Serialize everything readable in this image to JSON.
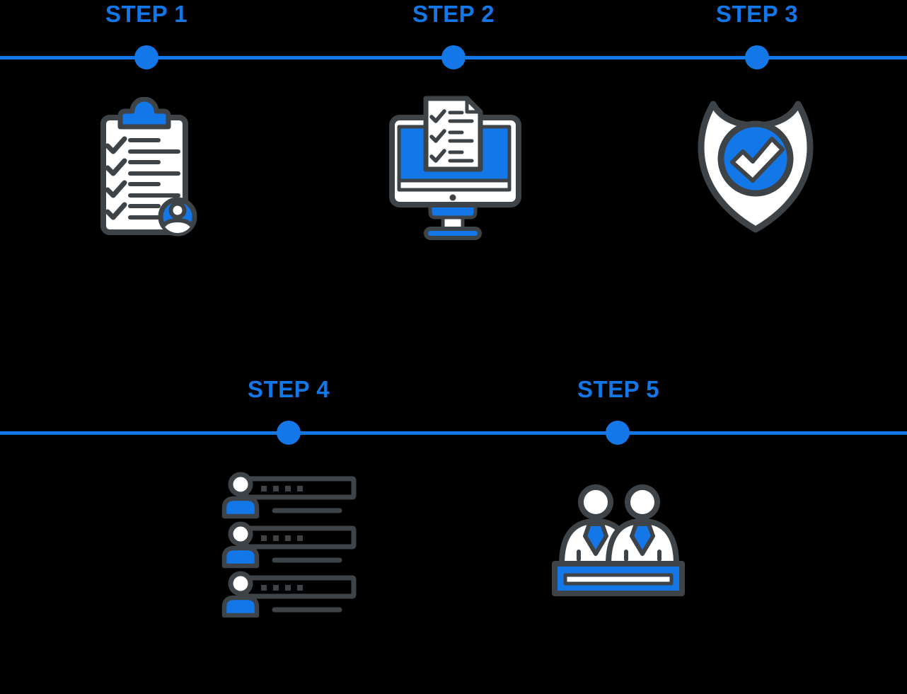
{
  "colors": {
    "accent": "#1377e8",
    "outline": "#3e4347",
    "surface": "#ffffff",
    "background": "#000000"
  },
  "steps": [
    {
      "label": "STEP 1",
      "icon": "clipboard-checklist-user-icon"
    },
    {
      "label": "STEP 2",
      "icon": "monitor-checklist-icon"
    },
    {
      "label": "STEP 3",
      "icon": "shield-check-icon"
    },
    {
      "label": "STEP 4",
      "icon": "user-list-icon"
    },
    {
      "label": "STEP 5",
      "icon": "review-panel-desk-icon"
    }
  ]
}
